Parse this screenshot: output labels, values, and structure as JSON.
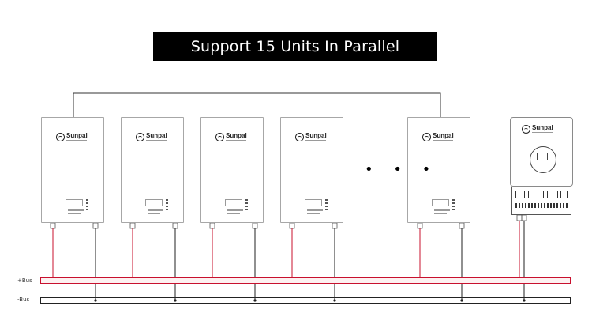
{
  "title": "Support 15 Units In Parallel",
  "brand": "Sunpal",
  "ellipsis": "• • •",
  "bus": {
    "positive_label": "+Bus",
    "negative_label": "-Bus",
    "positive_color": "#c8102e",
    "negative_color": "#222222"
  },
  "battery_unit_count_shown": 5,
  "inverter_count_shown": 1
}
